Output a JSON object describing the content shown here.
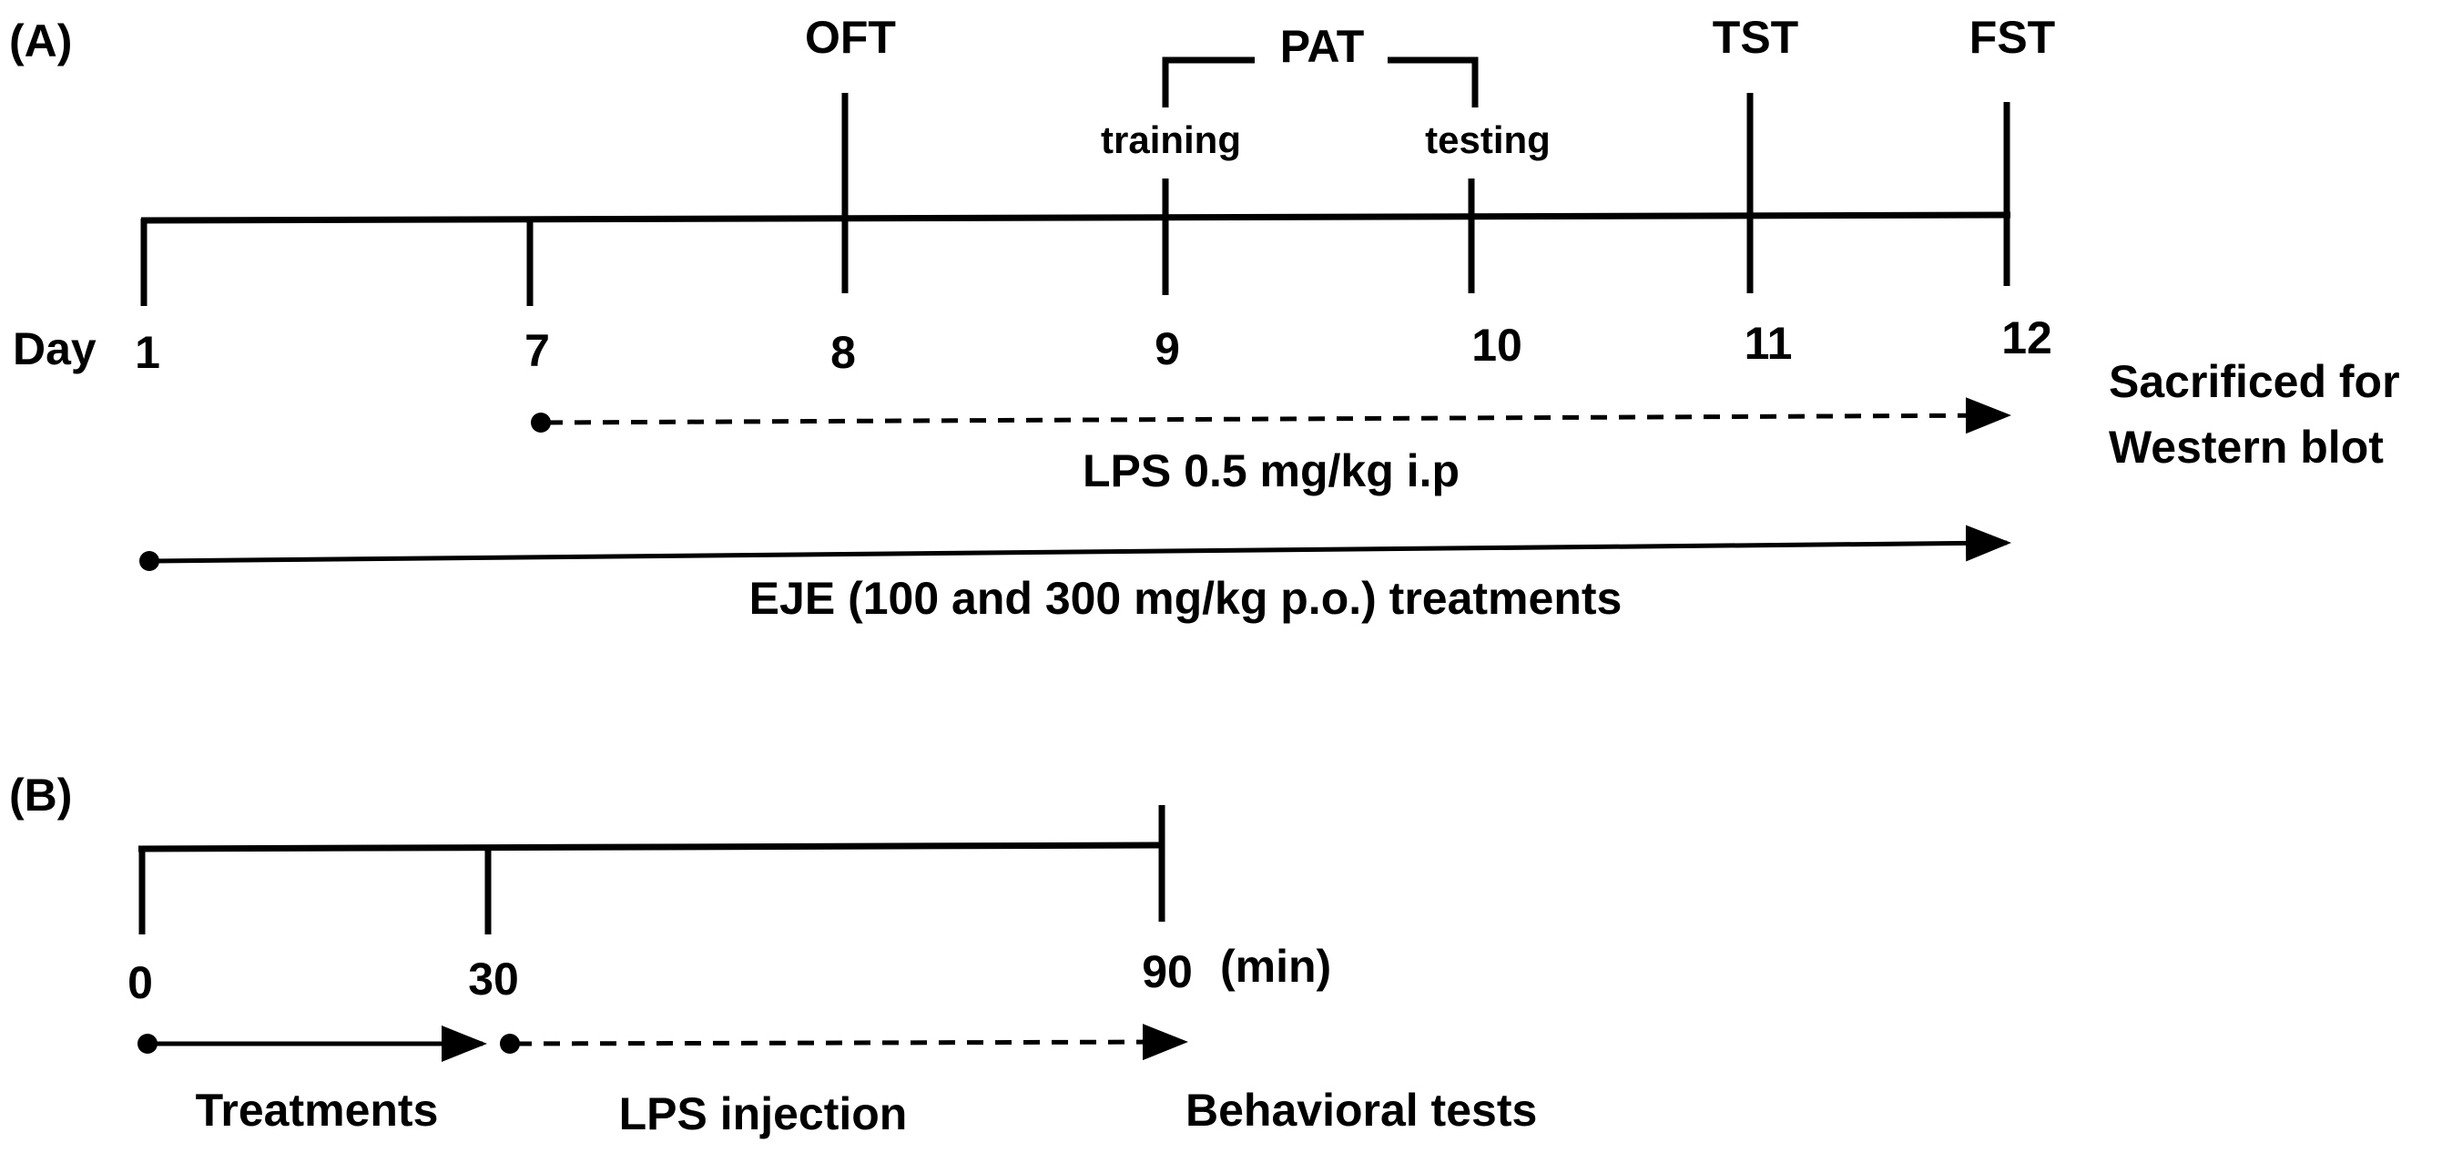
{
  "panel_a": {
    "label": "(A)",
    "day_label": "Day",
    "days": [
      "1",
      "7",
      "8",
      "9",
      "10",
      "11",
      "12"
    ],
    "tests": {
      "oft": "OFT",
      "pat": "PAT",
      "pat_training": "training",
      "pat_testing": "testing",
      "tst": "TST",
      "fst": "FST"
    },
    "sacrificed_line1": "Sacrificed for",
    "sacrificed_line2": "Western blot",
    "lps_label": "LPS 0.5 mg/kg i.p",
    "eje_label": "EJE (100 and 300 mg/kg p.o.) treatments"
  },
  "panel_b": {
    "label": "(B)",
    "times": [
      "0",
      "30",
      "90"
    ],
    "unit": "(min)",
    "treatments_label": "Treatments",
    "lps_injection_label": "LPS injection",
    "behavioral_label": "Behavioral tests"
  }
}
